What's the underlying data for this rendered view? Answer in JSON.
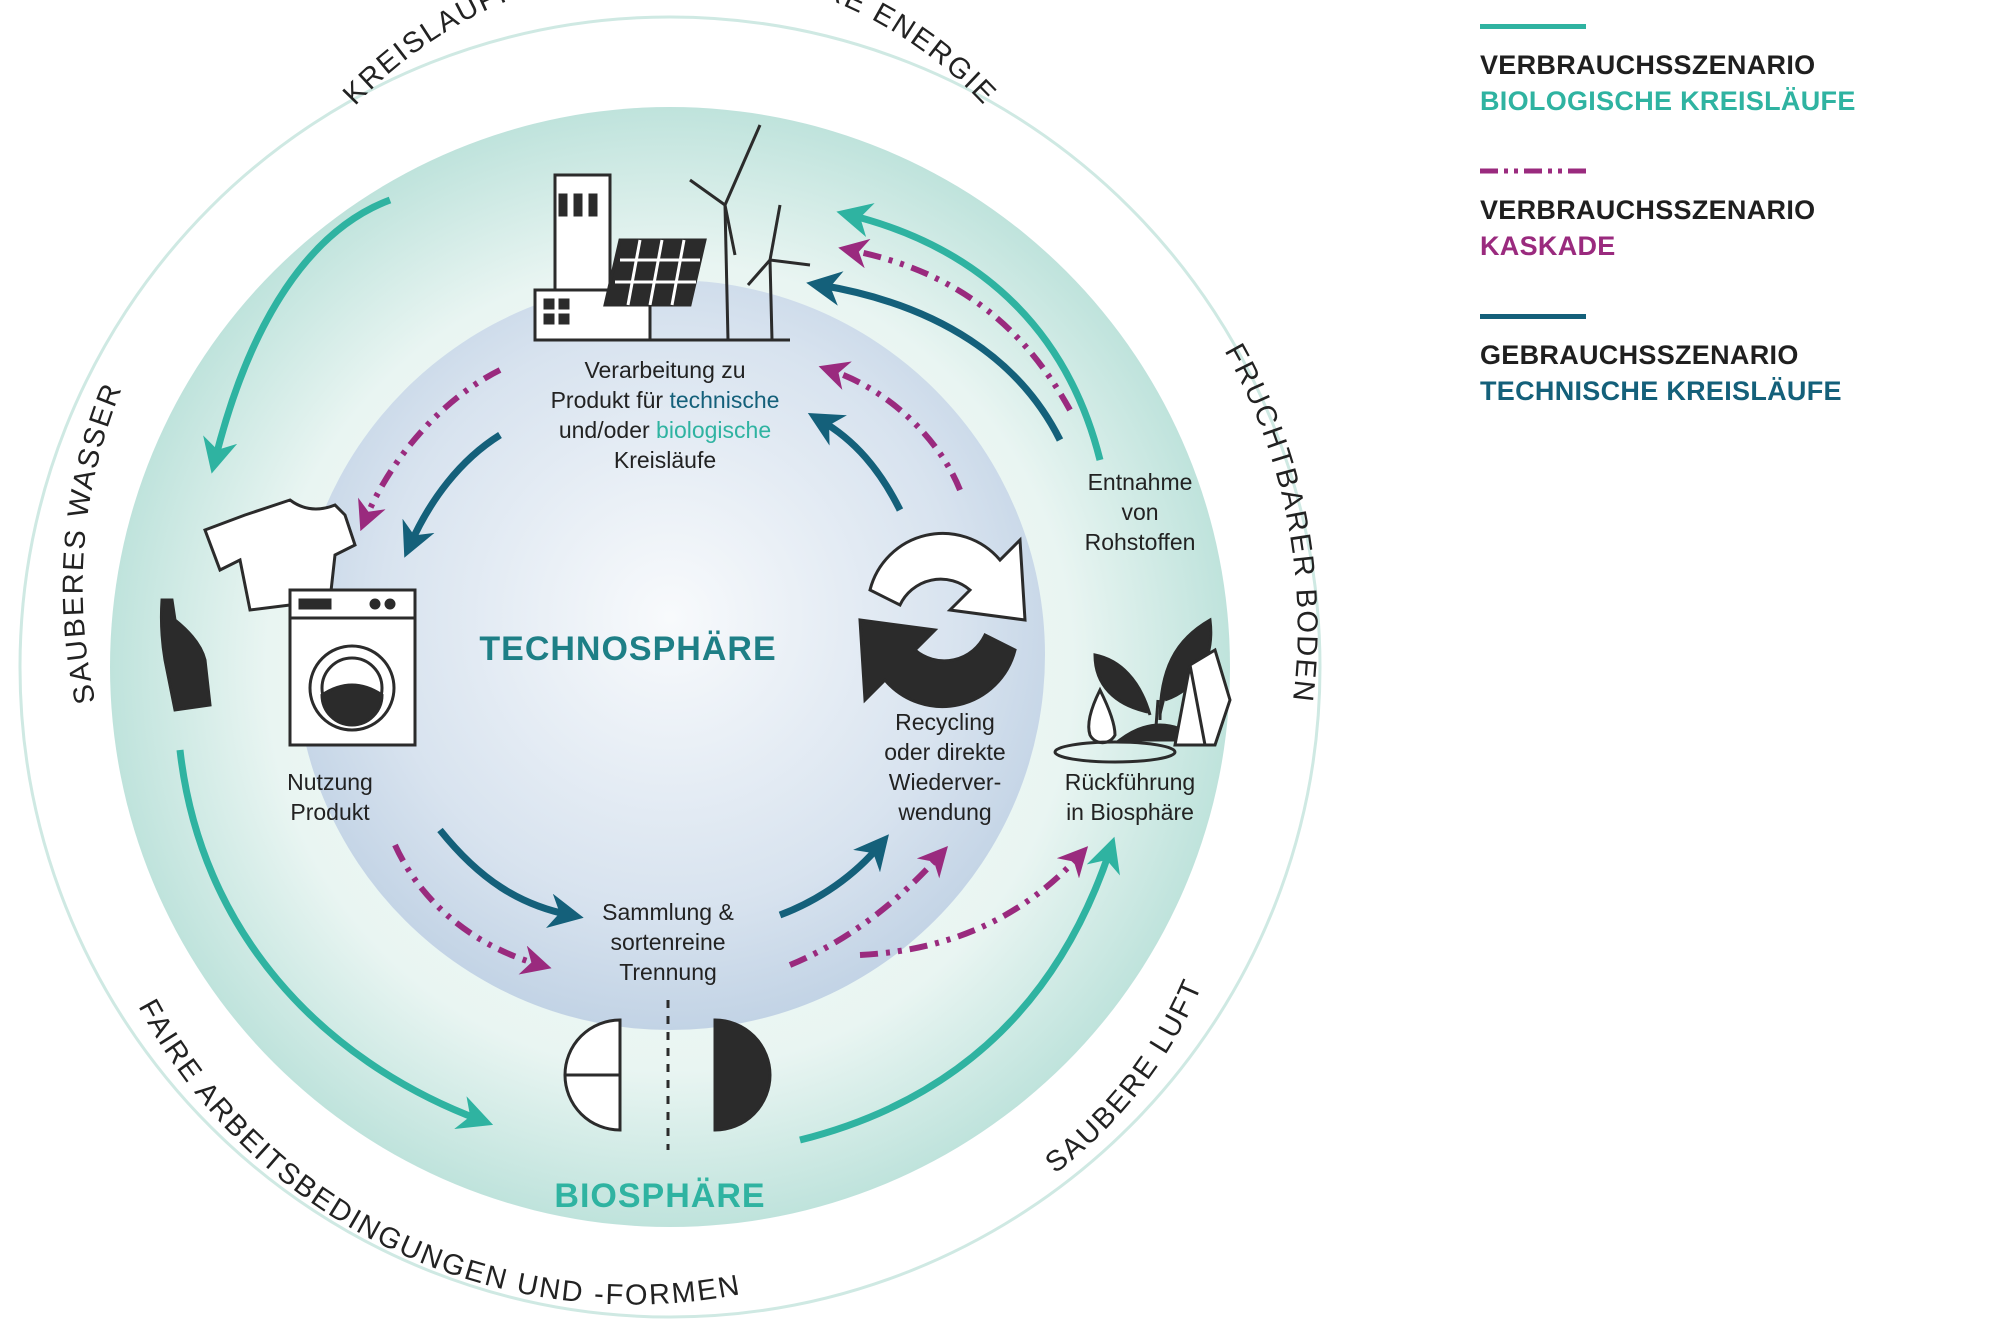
{
  "ring_labels": {
    "top": "KREISLAUFFÄHIGE ERNEUERBARE ENERGIE",
    "left": "SAUBERES WASSER",
    "right": "FRUCHTBARER BODEN",
    "bottom_left": "FAIRE ARBEITSBEDINGUNGEN UND -FORMEN",
    "bottom_right": "SAUBERE LUFT"
  },
  "center": {
    "technosphere": "TECHNOSPHÄRE",
    "biosphere": "BIOSPHÄRE"
  },
  "nodes": {
    "processing": {
      "line1": "Verarbeitung zu",
      "line2_prefix": "Produkt für ",
      "line2_highlight": "technische",
      "line3_prefix": "und/oder ",
      "line3_highlight": "biologische",
      "line4": "Kreisläufe"
    },
    "usage": {
      "line1": "Nutzung",
      "line2": "Produkt"
    },
    "collection": {
      "line1": "Sammlung &",
      "line2": "sortenreine",
      "line3": "Trennung"
    },
    "recycling": {
      "line1": "Recycling",
      "line2": "oder direkte",
      "line3": "Wiederver-",
      "line4": "wendung"
    },
    "extraction": {
      "line1": "Entnahme",
      "line2": "von",
      "line3": "Rohstoffen"
    },
    "return": {
      "line1": "Rückführung",
      "line2": "in Biosphäre"
    }
  },
  "legend": [
    {
      "title": "VERBRAUCHSSZENARIO",
      "subtitle": "BIOLOGISCHE KREISLÄUFE",
      "color": "#2fb3a1",
      "style": "solid"
    },
    {
      "title": "VERBRAUCHSSZENARIO",
      "subtitle": "KASKADE",
      "color": "#9a2a7e",
      "style": "dashdot"
    },
    {
      "title": "GEBRAUCHSSZENARIO",
      "subtitle": "TECHNISCHE KREISLÄUFE",
      "color": "#14607a",
      "style": "solid"
    }
  ],
  "colors": {
    "teal": "#2fb3a1",
    "magenta": "#9a2a7e",
    "petrol": "#14607a",
    "techno_text": "#1e7f86",
    "ring_light": "#e3f3ef",
    "sphere": "#c6d6e7",
    "dark": "#2b2b2b"
  },
  "icons": [
    "factory-solar-wind-icon",
    "tshirt-icon",
    "bottle-icon",
    "washing-machine-icon",
    "recycling-arrows-icon",
    "plant-crystal-icon",
    "half-circle-white-icon",
    "half-circle-black-icon"
  ]
}
